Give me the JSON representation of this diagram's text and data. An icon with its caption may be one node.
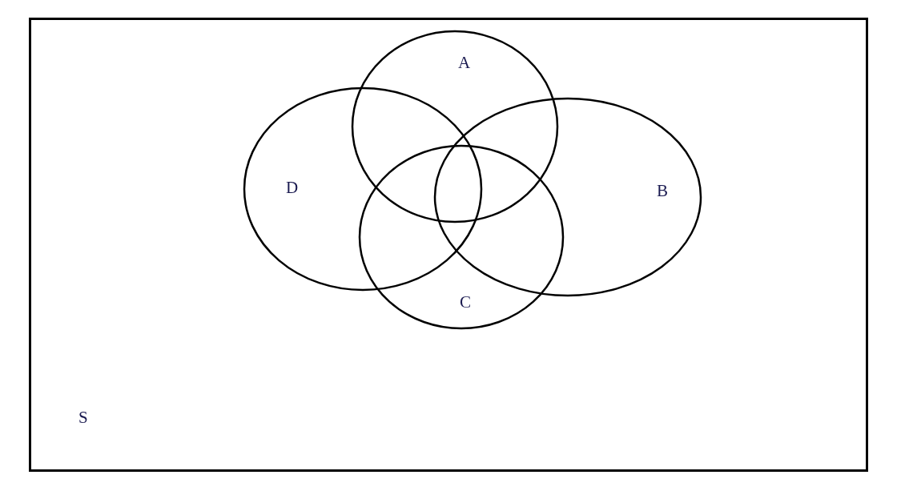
{
  "diagram": {
    "nodes": [
      {
        "text": [
          "S"
        ]
      },
      {
        "text": [
          "A"
        ],
        "in": 0
      },
      {
        "text": [
          "D"
        ],
        "in": 0
      },
      {
        "text": [
          "B"
        ],
        "in": 0
      },
      {
        "text": [
          "C"
        ],
        "in": 0
      }
    ]
  }
}
